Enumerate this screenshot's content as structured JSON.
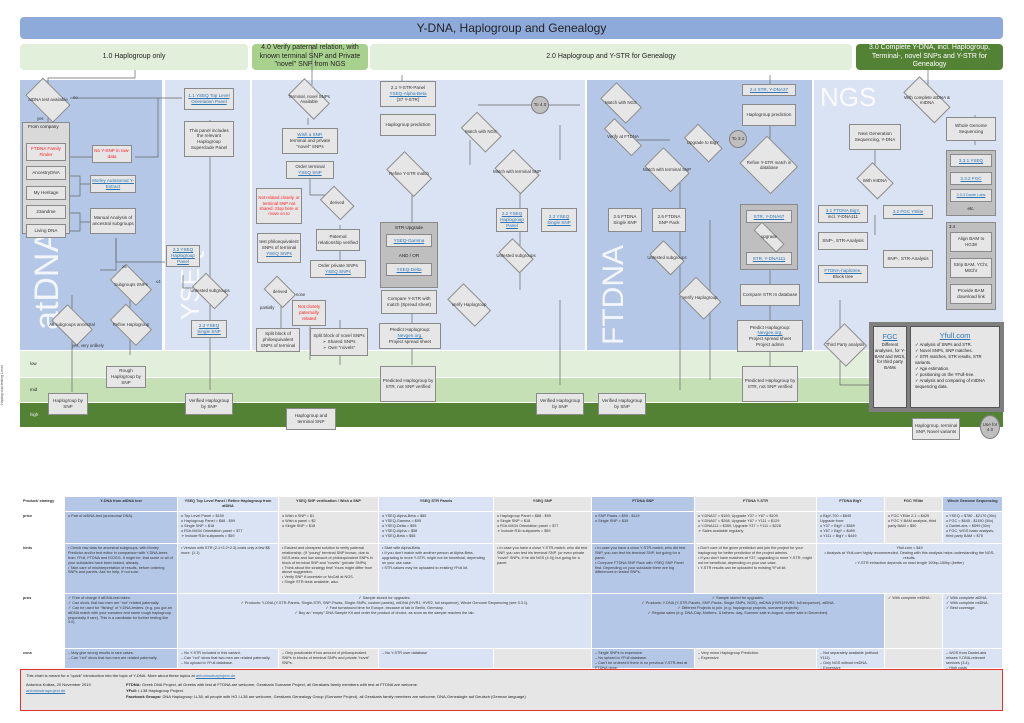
{
  "title": "Y-DNA, Haplogroup and Genealogy",
  "sections": {
    "s1": "1.0 Haplogroup only",
    "s4": "4.0 Verify paternal relation, with known terminal SNP and Private \"novel\" SNP from NGS",
    "s2": "2.0 Haplogroup and Y-STR for Genealogy",
    "s3": "3.0 Complete Y-DNA, incl. Haplogroup, Terminal-, novel SNPs and Y-STR for Genealogy"
  },
  "zones": {
    "atdna": "atDNA",
    "yseq": "YSEQ",
    "ftdna": "FTDNA",
    "ngs": "NGS"
  },
  "levels": {
    "axis": "Haplogroup testing Level",
    "low": "low",
    "mid": "mid",
    "high": "high"
  },
  "nodes": {
    "atdna_q": "atDNA test available",
    "from_company": "From company",
    "ftdna_ff": "FTDNA Family Finder",
    "no_ysnp": "No Y-SNP in raw-data",
    "ancestry": "AncestryDNA",
    "myheritage": "My Heritage",
    "23andme": "23andme",
    "livingdna": "Living DNA",
    "morley": "Morley Autosomal Y-Extract",
    "manual": "Manual Analysis of ancestral subgroups",
    "subgroups_snps": "Subgroups SNPs",
    "all_sub": "All subgroups ancestral",
    "refine_hg": "Refine Haplogroup",
    "rough": "Rough Haplogroup by SNP",
    "hg_by_snp": "Haplogroup by SNP",
    "yseq11": "1.1 YSEQ Top Level Orientation Panel",
    "panel_incl": "This panel includes the relevant Haplogroup Superclade Panel",
    "yseq22": "2.2 YSEQ Haplogroup Panel",
    "untested": "Untested subgroups",
    "yseq23": "2.3 YSEQ Single SNP",
    "verified": "Verified Haplogroup by SNP",
    "terminal_q": "Terminal, novel SNPs Available",
    "wish": "Wish a SNP,",
    "wish2": "terminal and private \"novel\" SNPs",
    "order_terminal": "Order terminal",
    "yseq_snp": "YSEQ SNP",
    "not_related": "Not related closely, or terminal SNP not shared. Stop here or move on to",
    "derived": "derived",
    "paternal_verified": "Paternal relationship verified",
    "test_phylo": "test philoequivalent SNPs of terminal",
    "yseq_snps": "YSEQ SNPs",
    "order_private": "Order private SNPs",
    "derived2": "derived",
    "none": "none",
    "partially": "partially",
    "not_closely": "Not closely paternally related",
    "split_phylo": "Split block of philoequivalent SNPs of terminal",
    "split_novel": "Split block of novel SNPs",
    "shared": "Shared SNPs",
    "own": "Own \"novels\"",
    "hg_terminal": "Haplogroup and terminal SNP",
    "ystr21": "2.1 Y-STR-Panel",
    "alpha_beta": "YSEQ-Alpha-Beta",
    "ystr37": "(37 Y-STR)",
    "hg_pred": "Haplogroup prediction",
    "refine_ystr": "Refine Y-STR match",
    "str_upgrade": "STR Upgrade",
    "gamma": "YSEQ-Gamma",
    "andor": "AND / OR",
    "delta": "YSEQ-Delta",
    "compare_ystr": "Compare Y-STR with match (Spread sheet)",
    "verify_hg": "Verify Haplogroup",
    "predict_hg": "Predict Haplogroup:",
    "nevgen": "Nevgen.org,",
    "project_sheet": "Project spread sheet",
    "predicted_str": "Predicted Haplogroup by STR, not SNP verified",
    "match_ngs": "Match with NGS",
    "to40": "To 4.0",
    "match_terminal": "Match with terminal SNP",
    "verify_ftdna": "Verify at FTDNA",
    "ftdna25": "2.5 FTDNA Single SNP",
    "ftdna26": "2.6 FTDNA SNP Pack",
    "upgrade_bigy": "Upgrade to BigY",
    "to31": "To 3.1",
    "str_ydna37": "2.4 STR, Y-DNA37",
    "refine_db": "Refine Y-STR match in database",
    "str67": "STR, Y-DNA67",
    "upgrade": "upgrade",
    "str111": "STR, Y-DNA111",
    "compare_db": "Compare STR In database",
    "project_admin": "Project admin",
    "complete_q": "With complete atDNA & mtDNA",
    "ngs_ydna": "Next Generation Sequencing, Y-DNA",
    "wgs": "Whole Genome Sequencing",
    "with_mt": "With mtDNA",
    "bigy": "3.1 FTDNA BigY,",
    "bigy2": "incl. Y-DNA111",
    "yelite": "3.2 FGC YElite",
    "snp_str": "SNP-, STR-Analysis",
    "w331": "3.3.1 YSEQ",
    "w332": "3.3.2 FGC",
    "w333": "3.3.3 Dante Labs",
    "etc": "etc.",
    "s34": "3.4",
    "align": "Align BAM to HG38",
    "strip": "Strip BAM, YChr, MtChr",
    "provide": "Provide BAM download link",
    "haplotree": "FTDNA-haplotree,",
    "block": "Block tree",
    "third": "Third Party analysis",
    "fgc": "FGC",
    "fgc_desc": "Different analyses, for Y-BAM and WGS, for third party BAMs",
    "yfull": "Yfull.com",
    "yfull_items": [
      "Analysis of SNPs and STR.",
      "Novel SNPs, SNP matches.",
      "STR matches, STR results, STR variants.",
      "Age estimation.",
      "positioning on the YFull-tree.",
      "Analysis and comparing of mtDNA sequencing data."
    ],
    "final": "Haplogroup, terminal SNP, Novel variants",
    "use40": "Use for 4.0"
  },
  "edges": {
    "yes": "yes",
    "no": "no",
    "ge5": "≥5",
    "le4": "≤4",
    "full": "full",
    "yes_unlikely": "yes, very unlikely"
  },
  "table": {
    "rowlabels": [
      "Product/ strategy",
      "price",
      "hints",
      "pros",
      "cons"
    ],
    "headers": [
      "Y-DNA from atDNA test",
      "YSEQ Top Level Panel / Refine Haplogroup from atDNA",
      "YSEQ SNP verification / Wish a SNP",
      "YSEQ STR Panels",
      "YSEQ SNP",
      "FTDNA SNP",
      "FTDNA Y-STR",
      "FTDNA BigY",
      "FGC YElite",
      "Whole Genome Sequencing"
    ],
    "price": [
      "o Part of atDNA-test (autosomal DNA).",
      "o Top Level Panel = $159\no Haplogroup Panel = $88 - $99\no Single SNP = $18\no R1b-M434 Orientation panel = $77\n➢ Include R1b subpanels = $59",
      "o Wish a SNP = $1\no Wish a panel = $2\no Single SNP = $18",
      "o YSEQ-Alpha-Beta = $85\no YSEQ-Gamma = $95\no YSEQ-Delta = $95\no YSEQ-Alpha = $58\no YSEQ-Beta = $58",
      "o Haplogroup Panel = $88 - $99\no Single SNP = $18\no R1b-M434 Orientation panel = $77\n➢ Include R1b subpanels = $59",
      "o SNP Packs = $99 - $119\no Single SNP = $39",
      "o Y-DNA37 = $169, Upgrade Y37 > Y67 = $109\no Y-DNA67 = $268, Upgrade Y67 > Y111 = $129\no Y-DNA111 = $359, Upgrade Y37 > Y111 = $228\n➢ Sales available regularly",
      "o BigY-700 = $649\nUpgrade from:\no Y37 > BigY = $569\no Y67 > BigY = $499\no Y111 > BigY = $449",
      "o FGC YElite 2.1 = $425\no FGC Y-BAM analysis, third party BAM = $50",
      "o YSEQ = $780 - $2170 (30x)\no FGC = $645 - $1150 (30x)\no DanteLabs = $599 (30x)\no FGC, WGS basic analysis, third party BAM = $75"
    ],
    "yfull_price": "Yfull.com = $49",
    "hints": [
      "• Check raw data for ancestral subgroups, with Morley Predictor and/or text editor in comparison with Y-DNA-trees from YFull, FTDNA and ISOGG. It might be, that some or all of your subclades have been tested, already.\n• Take care of misinterpretation of results, before ordering SNPs and panels. Ask for help, if not sure.",
      "• Version with STR (2.1+2.2+2.3) costs only a few $$ more. (1.1)",
      "• Easiest and cheapest solution to verify paternal relationship. (If \"young\" terminal SNP known, due to NGS-tests and low amount of philoequivalent SNPs in block of terminal SNP and \"novels\" (private SNPs).\n• Think about the strategy first! Yours might differ from above suggestion.\n• Verify SNP if uncertain or NoCall at NGS.\n• Single STR tests available, also.",
      "• Start with Alpha-Beta\n• If you don't match with another person at Alpha-Beta, upgrading to more Y-STR, might not be beneficial, depending on your use case.\n• STR-values may be uploaded to existing YFull kit.",
      "• In case you have a close Y-STR-match, who did test SNP, you can test his terminal SNP, (or even private \"novel\" SNPs, if he did NGS (4.0)) but going for a panel.",
      "• In case you have a close Y-STR-match, who did test SNP, you can test his terminal SNP, but going for a panel.\n• Compare FTDNA SNP Pack with YSEQ SNP Panel first. Depending on your subclade there are big differences in tested SNPs.",
      "• Don't care of the given prediction and join the project for your haplogroup for better prediction of the project admins.\n• If you don't have matches at Y37, upgrading to more Y-STR, might not be beneficial, depending on your use case.\n• Y-STR results can be uploaded to existing YFull kit.",
      "• Analysis at Yfull.com highly recommended. Dealing with this analysis helps understanding the NGS-results.\n• Y-STR extraction depends on read length 100bp-150bp (better)",
      "• WGS from FGC and YSEQ incl. Y-DNA relevant services (3.4)."
    ],
    "pros_shared_yseq": [
      "✓ Sample stored for upgrades.",
      "✓ Products: Y-DNA (Y-STR-Panels, Single-STR, SNP-Packs, Single-SNPs, custom panels), mtDNA (HVR1, HVR2, full sequence), Whole Genome Sequencing (see 3.3.1).",
      "✓ Fast turnaround time for Europe, because of lab in Berlin, Germany.",
      "✓ Buy an \"empty\" DNA Sample Kit and order the product of choice, as soon as the sample reaches the lab."
    ],
    "pros_shared_ftdna": [
      "✓ Sample stored for upgrades.",
      "✓ Products: Y-DNA (Y-STR-Panels, SNP-Packs, Single SNPs, NGS), mtDNA (HVR1/HVR2, full sequence), atDNA.",
      "✓ Different Projects to join. (e.g. haplogroup projects, surname projects)",
      "✓ Regular sales (e.g. DNA-Day, Mothers- & fathers- day, Summer sale in August, winter sale in December)."
    ],
    "pros": [
      "✓ Free of charge if atDNA-test taken.\n✓ Can show, that two men are \"not\" related paternally.\n✓ Can be used for \"fishing\" of Y-DNA-testers. (e.g. you got an atDNA match with your surname and same rough haplogroup (especially if rare). This is a candidate for further testing like 4.0)",
      "✓ No previous test needed. (1.1)\n✓ Great refinement of Haplogroup for people with atDNA. (2.2+2.3)\n✓ Can show, that two men are \"not\" related paternally.",
      "✓ Wish and order nearly every SNP, apart from certain regions. (e.g. CEN, DYZ19)\n✓ Create custom panels.\n✓ Split blocks of philoequivalent SNPs (e.g. terminal SNP block) and novels (if not too many) without further NGS. Will give you an idea how close you are related",
      "✓ Great start, along with SNP verification.\n✓ Great price if no database for Y-STR-matching needed.\n✓ Can show that two men are related paternally. (Better confidence with more markers, to avoid coincidences)",
      "✓ Nearly every SNP orderable, because of \"Wish a SNP\".\n✓ No previous test at company needed, if Haplogroup known.",
      "✓ No need to send in new sample.",
      "✓ Database for Y-STR-matching.\n✓ Can show that two men are related paternally. (Better confidence with more markers, to avoid coincidences)",
      "✓ Own Y-DNA Haplotree with many users.",
      "✓ With complete mtDNA.",
      "✓ With complete atDNA.\n✓ With complete mtDNA.\n✓ Best coverage."
    ],
    "pros_ngs": "✓ Discover new SNPs and expand Y-DNA Haplotree (e.g. YFull-tree, ISOGG-Y-tree).\n✓ Novel variants (private variants) for further genealogically relevant investigation.\n✓ Extract hundreds of Y-STR from NGS.\n✓ Best and most accurate way to show, that and how two men are related paternally.\n✓ Raw data for upload to YFull.com",
    "cons": [
      "– May give wrong results in rare cases.\n– Can \"not\" show that two men are related paternally.",
      "– No Y-STR included in this variant.\n– Can \"not\" show that two men are related paternally.\n– No upload to YFull database.",
      "– Only practicable if low amount of philoequivalent SNPs in blocks of terminal SNPs and private \"novel\" SNPs.",
      "– No Y-STR user database",
      "",
      "– Single SNPs to expensive.\n– No upload to YFull database.\n– Can't be ordered if there is no previous Y-STR-test at FTDNA done.",
      "– Very minor Haplogroup Prediction.\n– Expensive",
      "– Not separately available (without Y111).\n– Only NGS without mtDNA.\n– Expensive",
      "",
      "– WGS from DanteLabs misses Y-DNA-relevant services (3.4).\n– High costs"
    ]
  },
  "footer": {
    "intro": "This chart is meant for a \"quick\" introduction into the topic of Y-DNA. More about these topics at ",
    "intro_link": "antoniosdnaproject.de",
    "author": "Antonios Kollias, 20 November 2019",
    "author_link": "antoniosdnaproject.de",
    "ftdna_label": "FTDNA:",
    "ftdna_text": " Greek DNA Project, all Greeks with test at FTDNA are welcome, Gerakaris Surname Project, all Gerakaris family members with test at FTDNA are welcome.",
    "yfull_label": "YFull:",
    "yfull_text": " I-L38 Haplogroup Project.",
    "fb_label": "Facebook Groups:",
    "fb_text": " DNA Haplogroup I-L38, all people with HG I-L38 are welcome, Gerakaris Genealogy Group (Surname Project), all Gerakaris family members are welcome, DNA-Genealogie auf Deutsch (German language)"
  },
  "colors": {
    "header": "#8eaadb",
    "zone_dark": "#b4c7e7",
    "zone_light": "#dae3f3",
    "level_low": "#e2efda",
    "level_mid": "#c5e0b4",
    "level_high": "#548235",
    "node": "#e7e6e6",
    "link": "#2e75b6",
    "alert": "#ff2020"
  }
}
